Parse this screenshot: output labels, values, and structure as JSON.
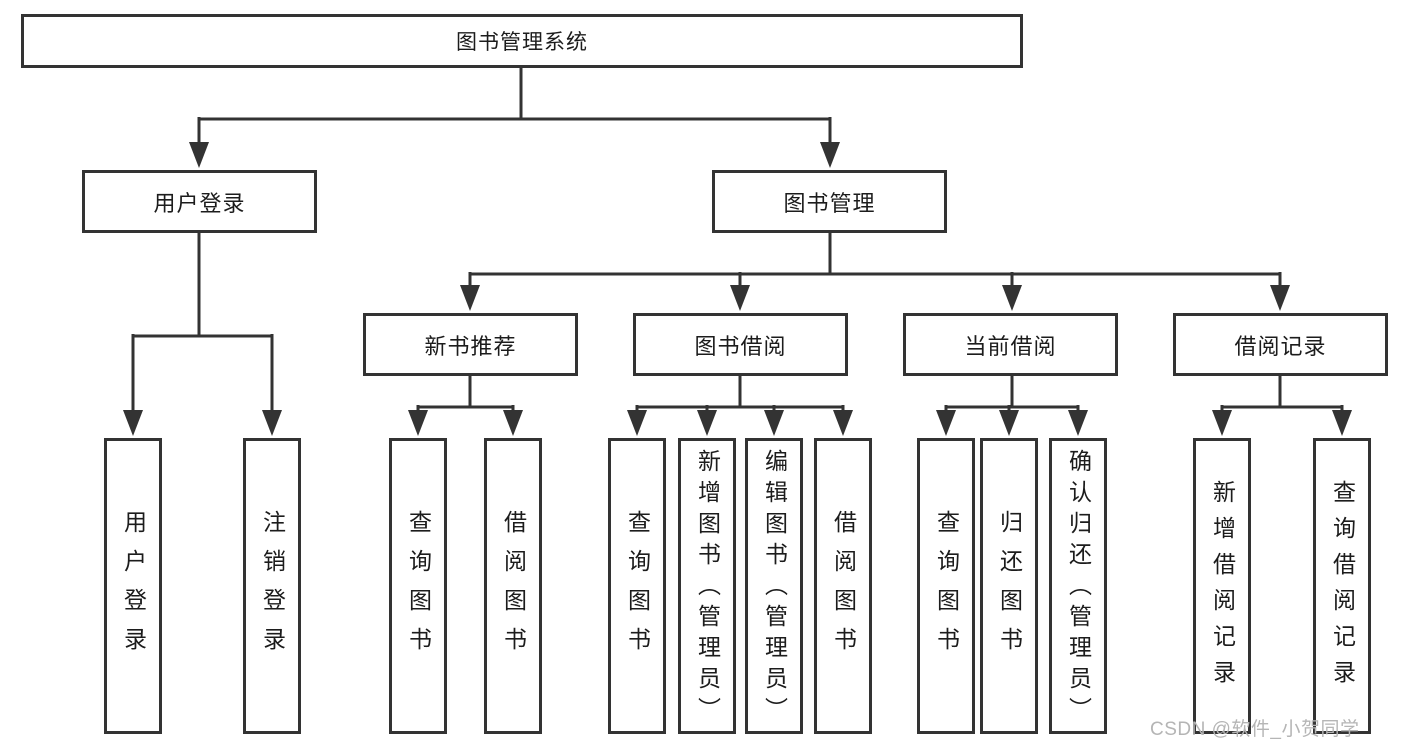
{
  "diagram": {
    "type": "tree-structure-chart",
    "nodes": {
      "root": "图书管理系统",
      "user-login": "用户登录",
      "book-management": "图书管理",
      "new-book-rec": "新书推荐",
      "book-borrowing": "图书借阅",
      "current-borrow": "当前借阅",
      "borrow-records": "借阅记录",
      "leaf-login": "用户登录",
      "leaf-logout": "注销登录",
      "leaf-rec-query": "查询图书",
      "leaf-rec-borrow": "借阅图书",
      "leaf-bb-query": "查询图书",
      "leaf-bb-add": "新增图书（管理员）",
      "leaf-bb-edit": "编辑图书（管理员）",
      "leaf-bb-borrow": "借阅图书",
      "leaf-cb-query": "查询图书",
      "leaf-cb-return": "归还图书",
      "leaf-cb-confirm": "确认归还（管理员）",
      "leaf-br-add": "新增借阅记录",
      "leaf-br-query": "查询借阅记录"
    },
    "hierarchy": {
      "图书管理系统": [
        "用户登录",
        "图书管理"
      ],
      "用户登录": [
        "用户登录",
        "注销登录"
      ],
      "图书管理": [
        "新书推荐",
        "图书借阅",
        "当前借阅",
        "借阅记录"
      ],
      "新书推荐": [
        "查询图书",
        "借阅图书"
      ],
      "图书借阅": [
        "查询图书",
        "新增图书（管理员）",
        "编辑图书（管理员）",
        "借阅图书"
      ],
      "当前借阅": [
        "查询图书",
        "归还图书",
        "确认归还（管理员）"
      ],
      "借阅记录": [
        "新增借阅记录",
        "查询借阅记录"
      ]
    }
  },
  "watermark": "CSDN @软件_小贺同学",
  "colors": {
    "line": "#333333",
    "text": "#1c1c1c",
    "box_bg": "#ffffff",
    "page_bg": "#ffffff",
    "watermark": "#b5b5b5"
  }
}
